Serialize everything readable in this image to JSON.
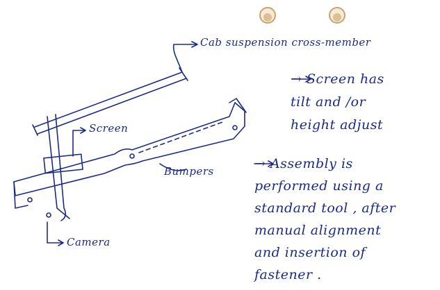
{
  "labels": {
    "cab": "Cab suspension cross-member",
    "screen": "Screen",
    "bumpers": "Bumpers",
    "camera": "Camera"
  },
  "notes": {
    "screen_note": [
      "→ Screen has",
      "tilt and /or",
      "height adjust"
    ],
    "assembly_note": [
      "→ Assembly is",
      "performed using a",
      "standard tool , after",
      "manual alignment",
      "and insertion of",
      "fastener ."
    ]
  },
  "colors": {
    "ink": "#1b2a8a",
    "paper": "#ffffff",
    "holes": "#c9a36a"
  }
}
